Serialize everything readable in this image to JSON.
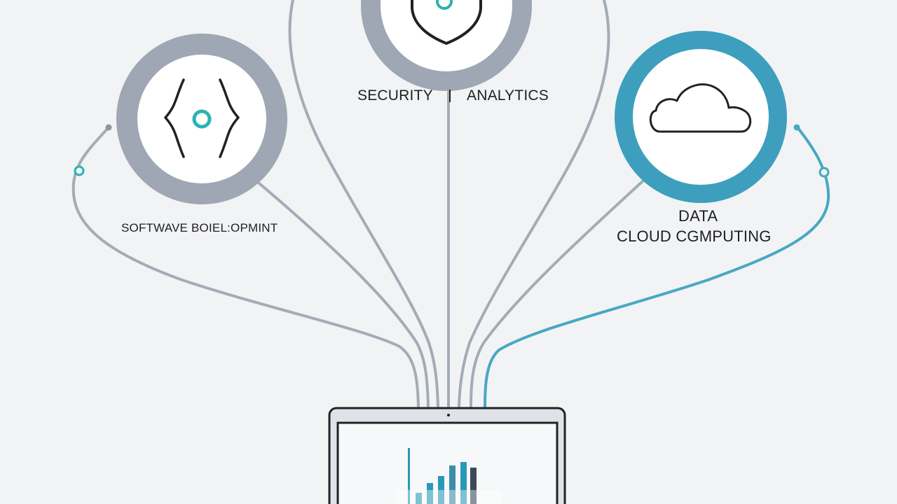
{
  "labels": {
    "software_development": "SOFTWAVE BOIEL:OPMINT",
    "security": "SECURITY",
    "analytics": "ANALYTICS",
    "data": "DATA",
    "cloud_computing": "CLOUD CGMPUTING"
  },
  "icons": {
    "software": "code-braces-icon",
    "security": "shield-icon",
    "cloud": "cloud-icon",
    "dashboard": "bar-chart-icon"
  },
  "colors": {
    "background": "#f2f3f4",
    "gray_ring": "#9ea7b3",
    "teal_ring": "#3d9fbd",
    "teal_accent": "#2bb3b1",
    "line_gray": "#a3acb6",
    "line_teal": "#48a8c2",
    "outline": "#222426"
  },
  "dashboard_bars": {
    "colors": [
      "#2a99b6",
      "#2a99b6",
      "#2a99b6",
      "#3a8fa8",
      "#2a99b6",
      "#3c4a5c"
    ]
  }
}
